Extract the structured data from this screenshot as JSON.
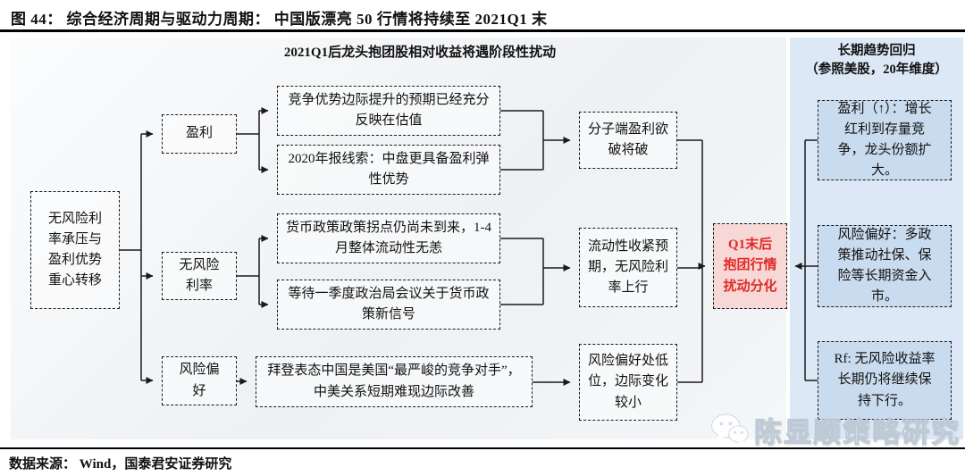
{
  "header": {
    "title": "图 44：  综合经济周期与驱动力周期：  中国版漂亮 50 行情将持续至 2021Q1 末"
  },
  "diagram": {
    "subtitle": "2021Q1后龙头抱团股相对收益将遇阶段性扰动",
    "root": "无风险利率承压与盈利优势重心转移",
    "categories": [
      {
        "label": "盈利"
      },
      {
        "label": "无风险利率"
      },
      {
        "label": "风险偏好"
      }
    ],
    "details": [
      {
        "text": "竞争优势边际提升的预期已经充分反映在估值"
      },
      {
        "text": "2020年报线索：中盘更具备盈利弹性优势"
      },
      {
        "text": "货币政策政策拐点仍尚未到来，1-4月整体流动性无恙"
      },
      {
        "text": "等待一季度政治局会议关于货币政策新信号"
      },
      {
        "text": "拜登表态中国是美国“最严峻的竞争对手”，中美关系短期难现边际改善"
      }
    ],
    "summaries": [
      {
        "text": "分子端盈利欲破将破"
      },
      {
        "text": "流动性收紧预期，无风险利率上行"
      },
      {
        "text": "风险偏好处低位，边际变化较小"
      }
    ],
    "outcome": {
      "text": "Q1末后抱团行情扰动分化"
    }
  },
  "trend_panel": {
    "title": "长期趋势回归",
    "subtitle": "（参照美股，20年维度）",
    "boxes": [
      {
        "text": "盈利（↑）：增长红利到存量竞争，龙头份额扩大。"
      },
      {
        "text": "风险偏好：多政策推动社保、保险等长期资金入市。"
      },
      {
        "text": "Rf:  无风险收益率长期仍将继续保持下行。"
      }
    ]
  },
  "watermark": {
    "label": "陈显顺策略研究",
    "icon": "wechat-icon"
  },
  "footer": {
    "source": "数据来源：  Wind，国泰君安证券研究"
  },
  "colors": {
    "accent_red": "#e02a28",
    "outcome_fill": "#f8d8d6",
    "panel_blue": "#dce8f5",
    "box_blue": "#c9dbee",
    "line": "#1a1a1a"
  }
}
